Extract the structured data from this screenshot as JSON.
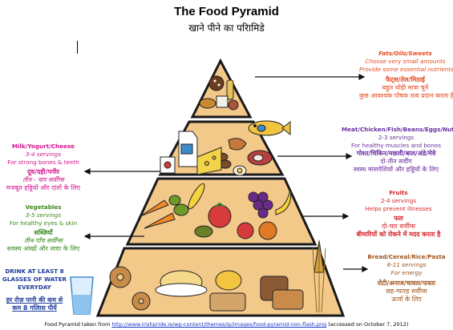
{
  "title": "The Food Pyramid",
  "subtitle": "खाने पीने का परिामिडे",
  "fats": {
    "heading": "Fats/Oils/Sweets",
    "line1": "Choose very small amounts",
    "line2": "Provide some essential nutrients",
    "hindi_heading": "फैट्स/तेल/मिठाई",
    "hindi_line1": "बहुत थोड़ी मात्रा चुनें",
    "hindi_line2": "कुछ आवश्यक पोषक तत्व प्रदान करता है"
  },
  "meat": {
    "heading": "Meat/Chicken/Fish/Beans/Eggs/Nuts",
    "line1": "2-3 servings",
    "line2": "For healthy muscles and bones",
    "hindi_heading": "गोश्त/चिकिन/मछली/बाल/अंडे/मेवे",
    "hindi_line1": "दो-तीन सर्वींग",
    "hindi_line2": "स्वस्थ मांसपेशियों और हड्डियों के लिए"
  },
  "fruits": {
    "heading": "Fruits",
    "line1": "2-4 servings",
    "line2": "Helps prevent illnesses",
    "hindi_heading": "फल",
    "hindi_line1": "दो-चार सर्वींग्स",
    "hindi_line2": "बीमारियों को रोकने में मदद करता है"
  },
  "bread": {
    "heading": "Bread/Cereal/Rice/Pasta",
    "line1": "6-11 servings",
    "line2": "For energy",
    "hindi_heading": "रोटी/अनाज/चावल/पास्ता",
    "hindi_line1": "छह-ग्यारह सर्वींग्स",
    "hindi_line2": "ऊर्जा के लिए"
  },
  "milk": {
    "heading": "Milk/Yogurt/Cheese",
    "line1": "3-4 servings",
    "line2": "For strong bones & teeth",
    "hindi_heading": "दूध/दही/पनीर",
    "hindi_line1": "तीन - चार सर्वींग्स",
    "hindi_line2": "मजबूत हड्डियों और दांतों के लिए"
  },
  "veg": {
    "heading": "Vegetables",
    "line1": "3-5 servings",
    "line2": "For healthy eyes & skin",
    "hindi_heading": "सब्ज़ियाँ",
    "hindi_line1": "तीन-पाँच सर्वींग्स",
    "hindi_line2": "सवस्थ आंखों और त्वचा के लिए"
  },
  "water": {
    "line1": "DRINK AT LEAST 8",
    "line2": "GLASSES OF WATER",
    "line3": "EVERYDAY",
    "hindi_line1": "हर रोज़ पानी की कम से",
    "hindi_line2": "कम 8 गलिास पीयें"
  },
  "caption": {
    "prefix": "Food Pyramid taken from",
    "link": "http://www.irishpride.ie/wp-content/themes/ip/images/food-pyramid-non-flash.png",
    "suffix": "(accessed on October 7, 2012)"
  },
  "colors": {
    "pyramid": "#f3c98a",
    "pyramid_outline": "#1a1a1a",
    "orange": "#e8481c",
    "purple": "#6b2fa0",
    "green": "#3c8a1e",
    "magenta": "#d4148f",
    "navy": "#1f3c99"
  }
}
